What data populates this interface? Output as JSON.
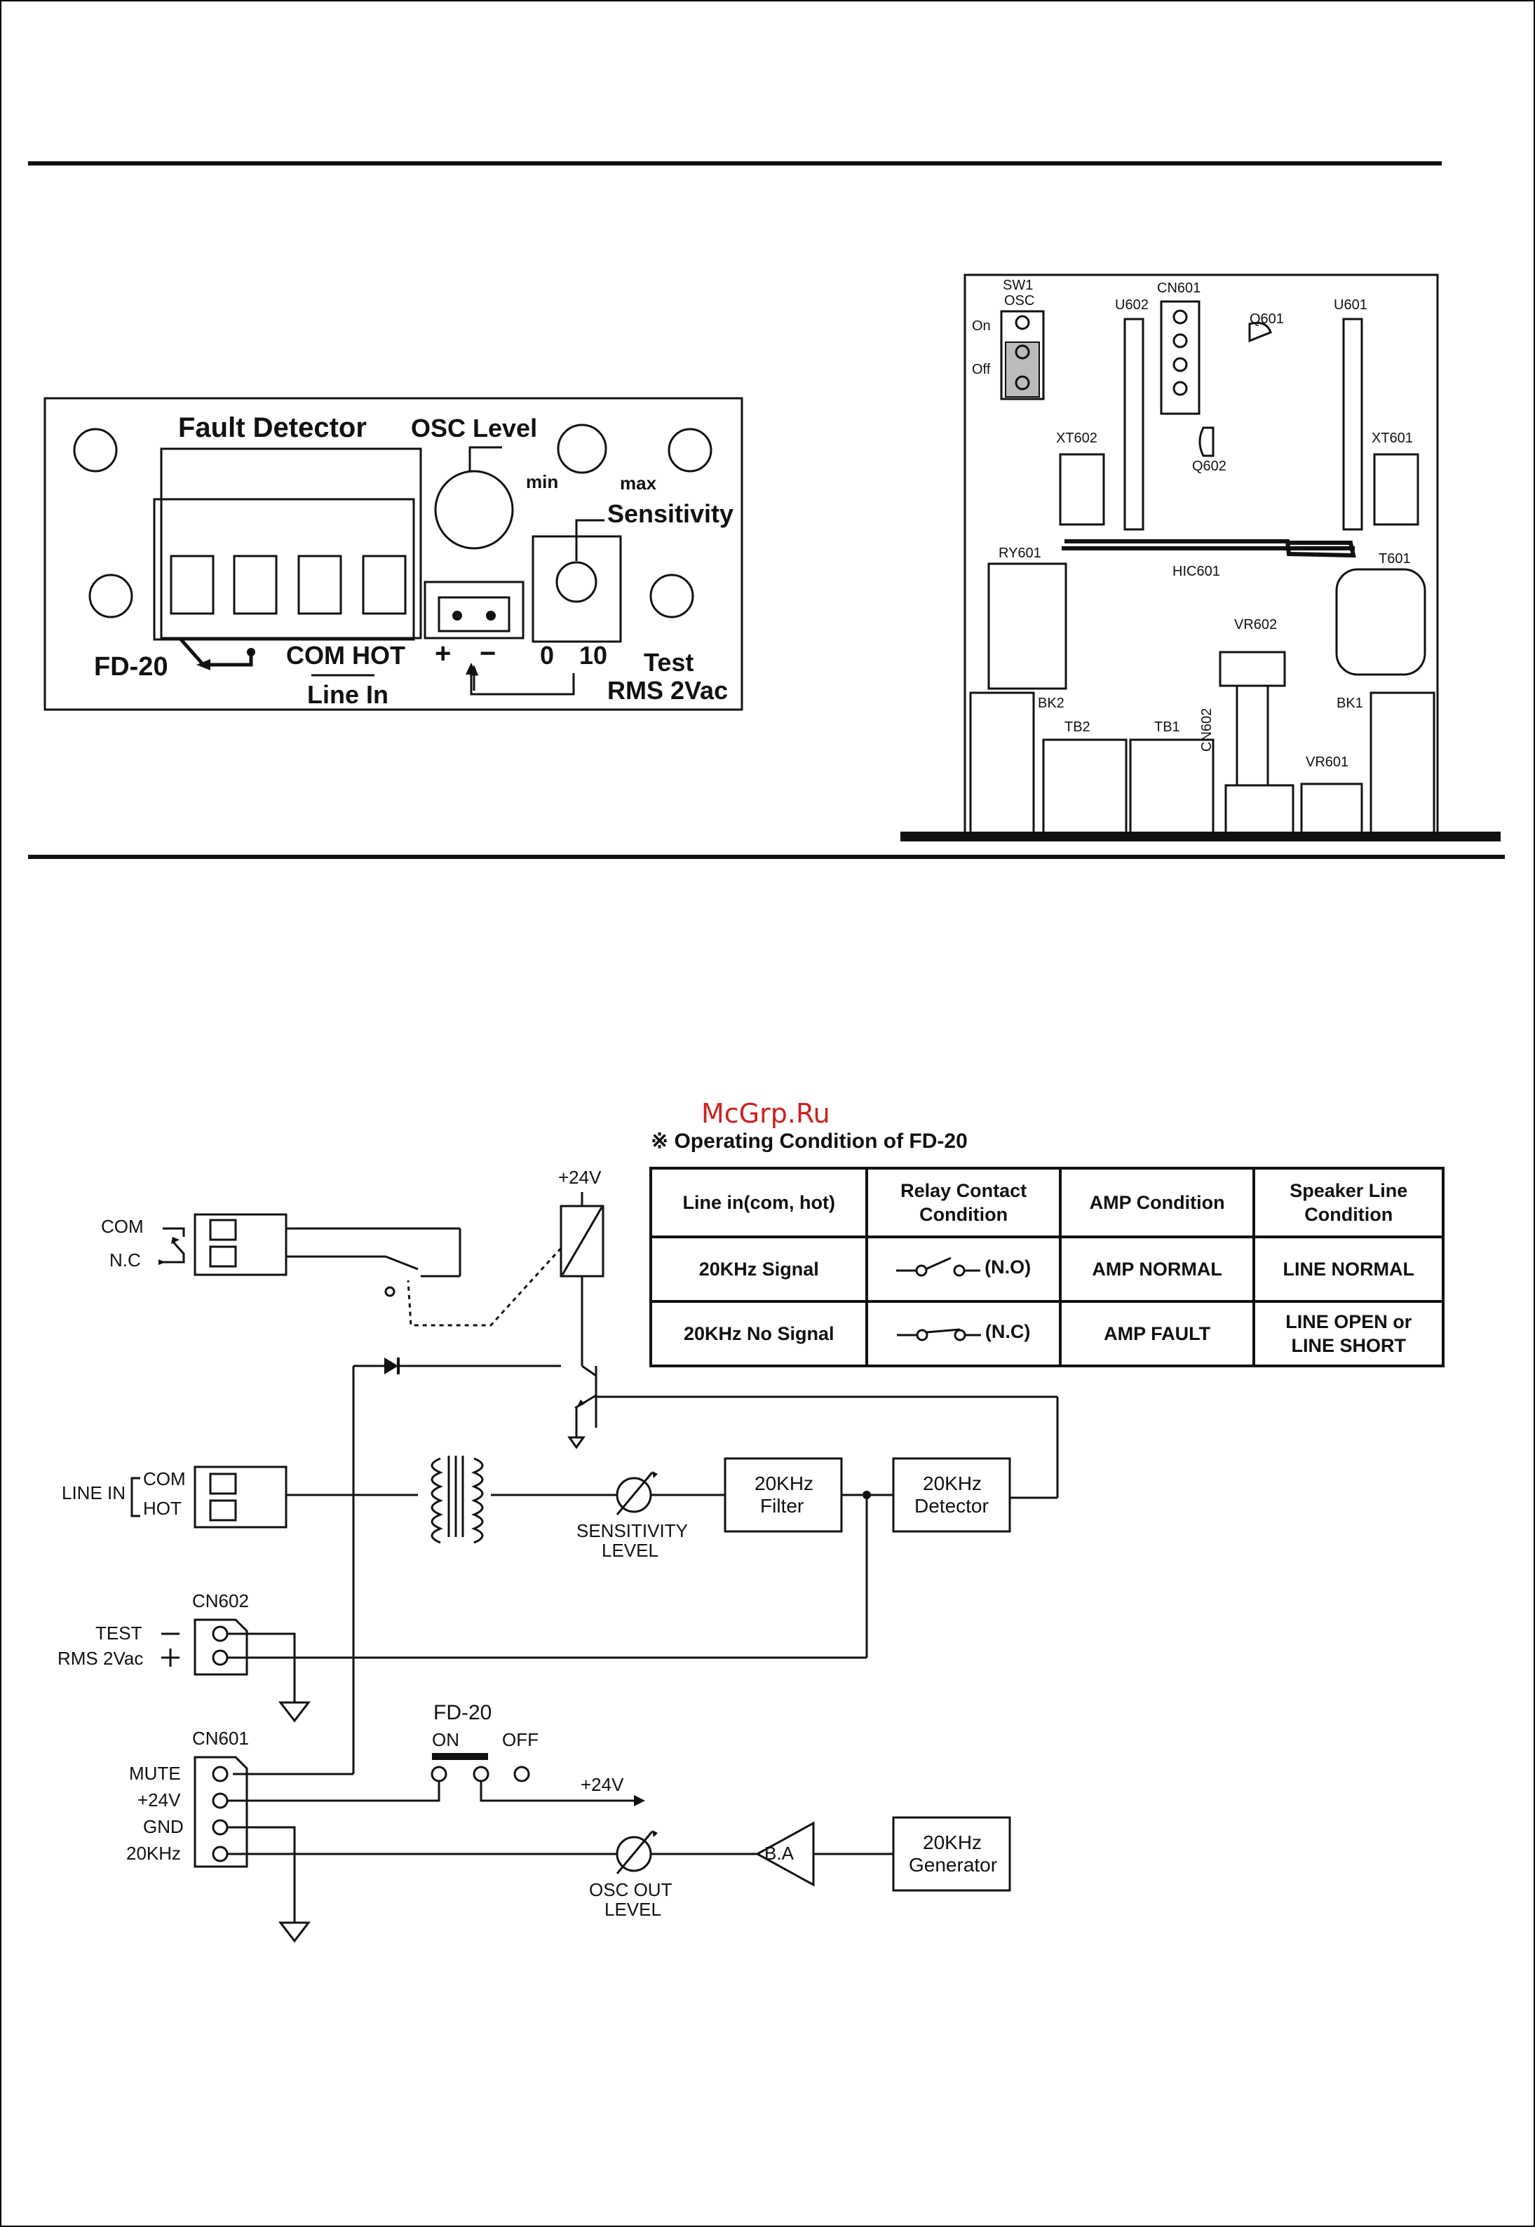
{
  "watermark": "McGrp.Ru",
  "front_panel": {
    "title": "Fault Detector",
    "osc_level": "OSC Level",
    "min": "min",
    "max": "max",
    "sensitivity": "Sensitivity",
    "model": "FD-20",
    "com_hot": "COM HOT",
    "line_in": "Line In",
    "plus": "+",
    "minus": "−",
    "zero": "0",
    "ten": "10",
    "test": "Test",
    "rms": "RMS 2Vac"
  },
  "pcb": {
    "sw1": "SW1",
    "osc": "OSC",
    "on": "On",
    "off": "Off",
    "u602": "U602",
    "cn601": "CN601",
    "q601": "Q601",
    "u601": "U601",
    "xt602": "XT602",
    "q602": "Q602",
    "xt601": "XT601",
    "ry601": "RY601",
    "hic601": "HIC601",
    "t601": "T601",
    "vr602": "VR602",
    "bk2": "BK2",
    "bk1": "BK1",
    "tb2": "TB2",
    "tb1": "TB1",
    "cn602": "CN602",
    "vr601": "VR601"
  },
  "table": {
    "title": "※ Operating Condition of FD-20",
    "headers": [
      "Line in(com, hot)",
      "Relay Contact\nCondition",
      "AMP Condition",
      "Speaker Line\nCondition"
    ],
    "rows": [
      {
        "line_in": "20KHz Signal",
        "relay": "(N.O)",
        "amp": "AMP NORMAL",
        "speaker": "LINE NORMAL"
      },
      {
        "line_in": "20KHz No Signal",
        "relay": "(N.C)",
        "amp": "AMP FAULT",
        "speaker": "LINE OPEN or\nLINE SHORT"
      }
    ]
  },
  "schematic": {
    "com": "COM",
    "nc": "N.C",
    "plus24_top": "+24V",
    "line_in": "LINE IN",
    "line_com": "COM",
    "line_hot": "HOT",
    "sensitivity": "SENSITIVITY",
    "sens_level": "LEVEL",
    "filter_1": "20KHz",
    "filter_2": "Filter",
    "detector_1": "20KHz",
    "detector_2": "Detector",
    "cn602": "CN602",
    "test": "TEST",
    "rms": "RMS 2Vac",
    "minus": "−",
    "plus": "+",
    "cn601": "CN601",
    "fd20": "FD-20",
    "on": "ON",
    "off": "OFF",
    "mute": "MUTE",
    "p24": "+24V",
    "gnd": "GND",
    "khz": "20KHz",
    "p24_out": "+24V",
    "osc_out": "OSC OUT",
    "osc_level": "LEVEL",
    "ba": "B.A",
    "gen_1": "20KHz",
    "gen_2": "Generator"
  }
}
